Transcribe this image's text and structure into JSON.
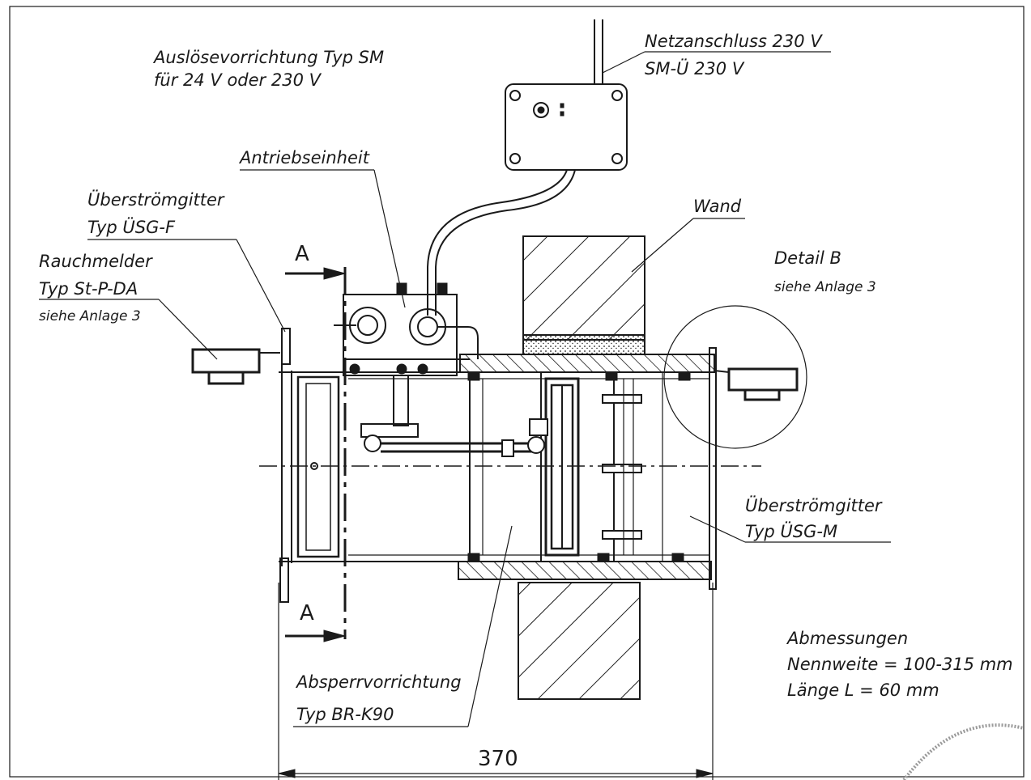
{
  "labels": {
    "ausloese_line1": "Auslösevorrichtung Typ SM",
    "ausloese_line2": "für 24 V oder 230 V",
    "netzanschluss": "Netzanschluss 230 V",
    "smu": "SM-Ü 230 V",
    "antrieb": "Antriebseinheit",
    "uesg_f_line1": "Überströmgitter",
    "uesg_f_line2": "Typ ÜSG-F",
    "wand": "Wand",
    "detail_b_line1": "Detail B",
    "detail_b_line2": "siehe Anlage 3",
    "rauch_line1": "Rauchmelder",
    "rauch_line2": "Typ St-P-DA",
    "rauch_line3": "siehe Anlage 3",
    "section_top": "A",
    "section_bottom": "A",
    "uesg_m_line1": "Überströmgitter",
    "uesg_m_line2": "Typ ÜSG-M",
    "absperr_line1": "Absperrvorrichtung",
    "absperr_line2": "Typ BR-K90",
    "abmess_title": "Abmessungen",
    "abmess_nennweite": "Nennweite  = 100-315 mm",
    "abmess_laenge": "Länge       L = 60 mm",
    "dimension": "370"
  },
  "colors": {
    "ink": "#1a1a1a",
    "paper": "#ffffff"
  }
}
